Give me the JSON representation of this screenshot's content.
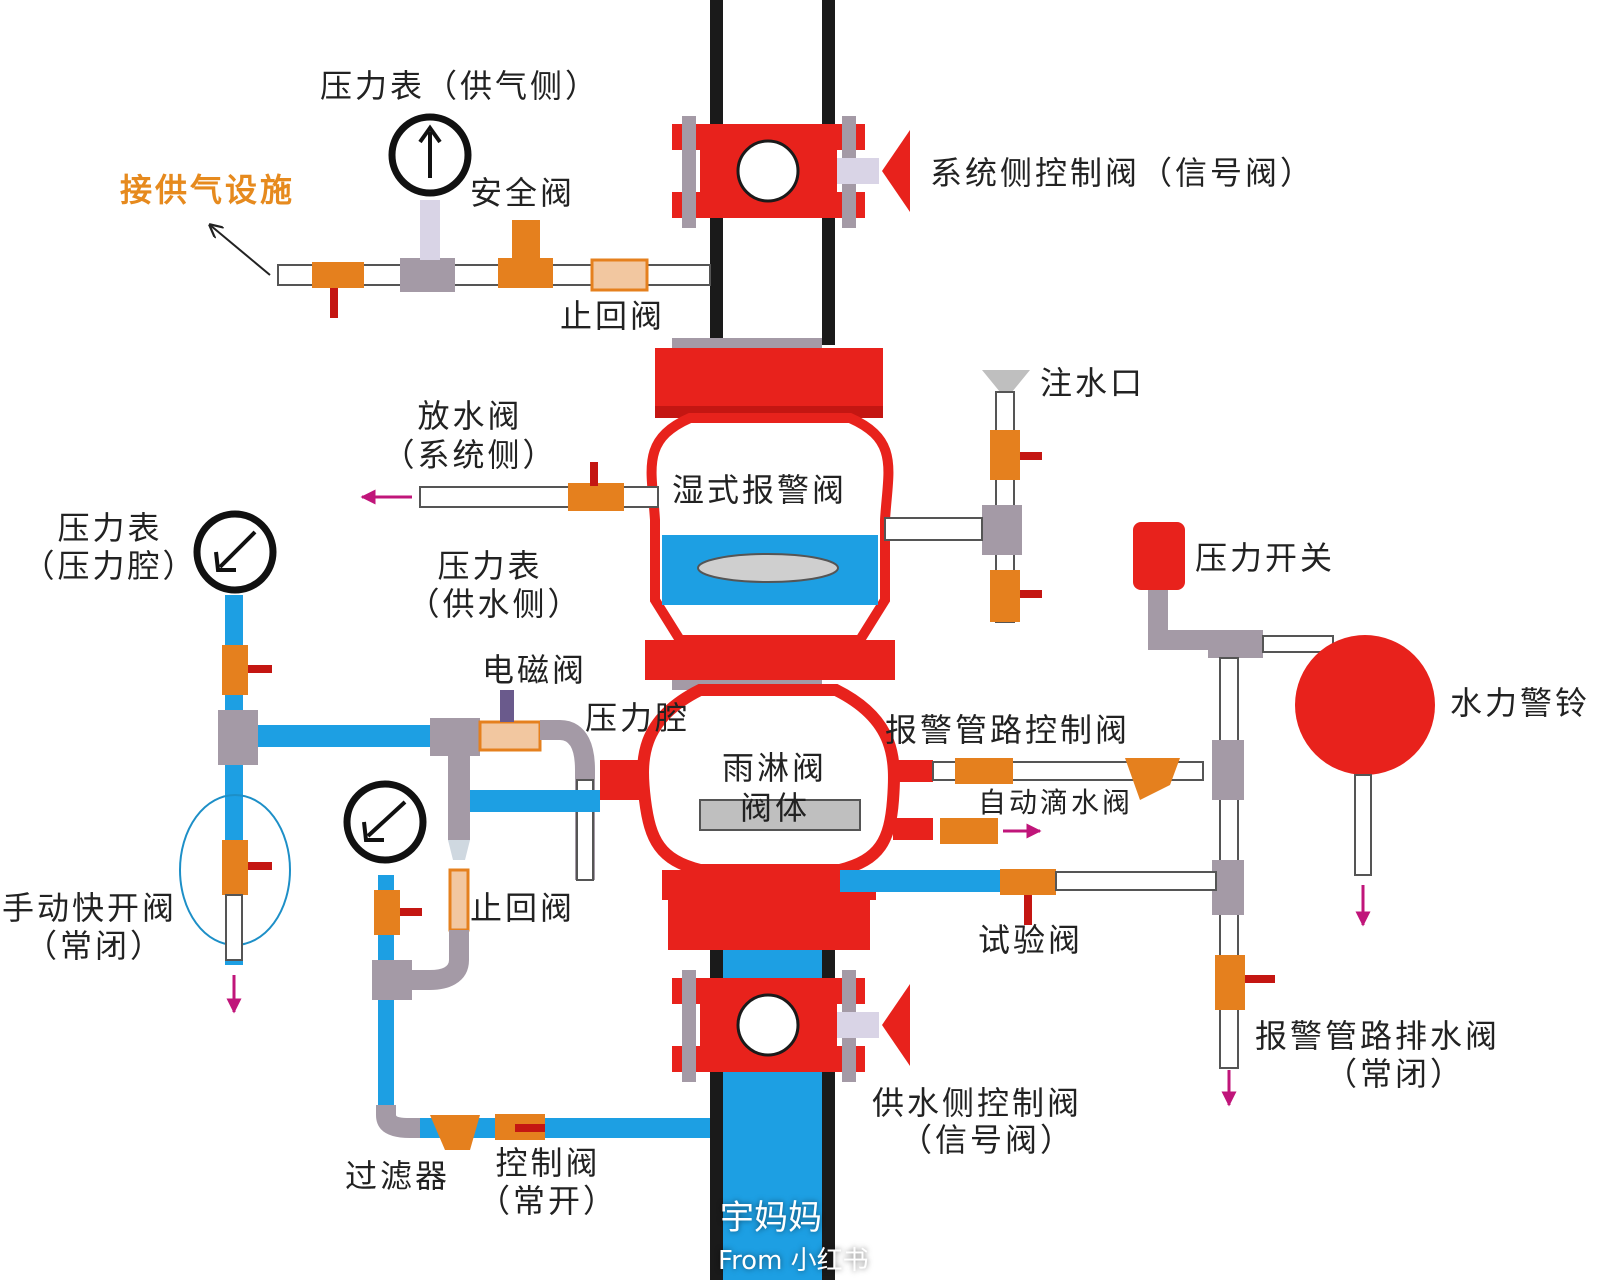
{
  "colors": {
    "valve_red": "#e8221c",
    "water_blue": "#1d9fe3",
    "fitting_orange": "#e5801e",
    "fitting_gray": "#a49aa6",
    "pipe_frame": "#1a1a1a",
    "arrow_magenta": "#c0157a",
    "label_orange": "#e68a1e"
  },
  "labels": {
    "gauge_air_side": "压力表（供气侧）",
    "air_supply": "接供气设施",
    "safety_valve": "安全阀",
    "check_valve_top": "止回阀",
    "system_control_valve": "系统侧控制阀（信号阀）",
    "filling_port": "注水口",
    "drain_valve_l1": "放水阀",
    "drain_valve_l2": "（系统侧）",
    "wet_alarm_valve": "湿式报警阀",
    "pressure_switch": "压力开关",
    "gauge_chamber_l1": "压力表",
    "gauge_chamber_l2": "（压力腔）",
    "gauge_water_l1": "压力表",
    "gauge_water_l2": "（供水侧）",
    "solenoid_valve": "电磁阀",
    "pressure_chamber": "压力腔",
    "alarm_line_control_valve": "报警管路控制阀",
    "water_gong": "水力警铃",
    "deluge_l1": "雨淋阀",
    "deluge_l2": "阀体",
    "auto_drip_valve": "自动滴水阀",
    "manual_release_l1": "手动快开阀",
    "manual_release_l2": "（常闭）",
    "check_valve_bottom": "止回阀",
    "test_valve": "试验阀",
    "alarm_drain_l1": "报警管路排水阀",
    "alarm_drain_l2": "（常闭）",
    "supply_control_l1": "供水侧控制阀",
    "supply_control_l2": "（信号阀）",
    "strainer": "过滤器",
    "control_valve_l1": "控制阀",
    "control_valve_l2": "（常开）"
  },
  "watermark": {
    "name": "宇妈妈",
    "source": "From 小红书"
  },
  "icons": [
    "pressure-gauge-icon",
    "arrow-icon"
  ]
}
